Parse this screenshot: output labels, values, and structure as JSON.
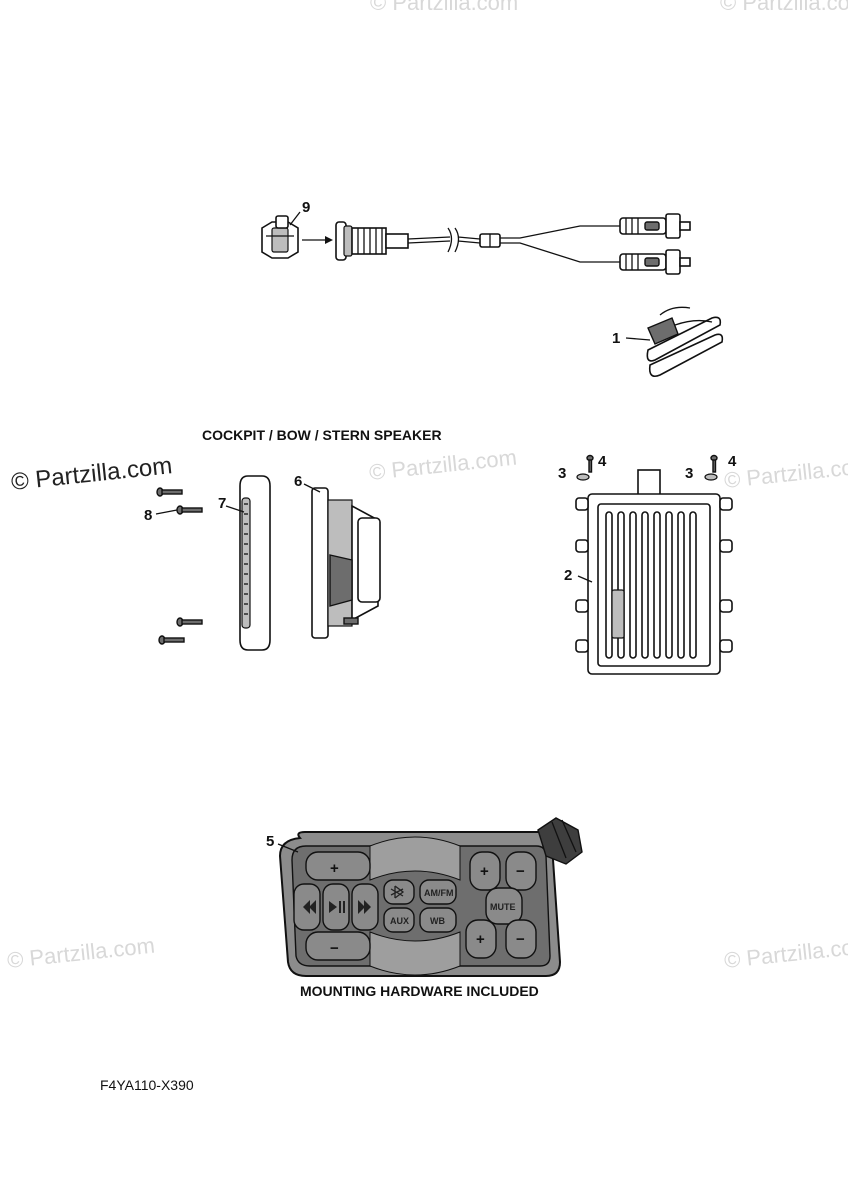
{
  "watermark": "© Partzilla.com",
  "headings": {
    "speaker": "COCKPIT / BOW / STERN SPEAKER",
    "hardware": "MOUNTING HARDWARE INCLUDED"
  },
  "figure_code": "F4YA110-X390",
  "callouts": {
    "c1": "1",
    "c2": "2",
    "c3a": "3",
    "c3b": "3",
    "c4a": "4",
    "c4b": "4",
    "c5": "5",
    "c6": "6",
    "c7": "7",
    "c8": "8",
    "c9": "9"
  },
  "remote_buttons": {
    "am_fm": "AM/FM",
    "aux": "AUX",
    "wb": "WB",
    "mute": "MUTE",
    "plus": "+",
    "minus": "−"
  },
  "icons": [
    "bluetooth-icon",
    "play-pause-icon",
    "rewind-icon",
    "fast-forward-icon"
  ]
}
